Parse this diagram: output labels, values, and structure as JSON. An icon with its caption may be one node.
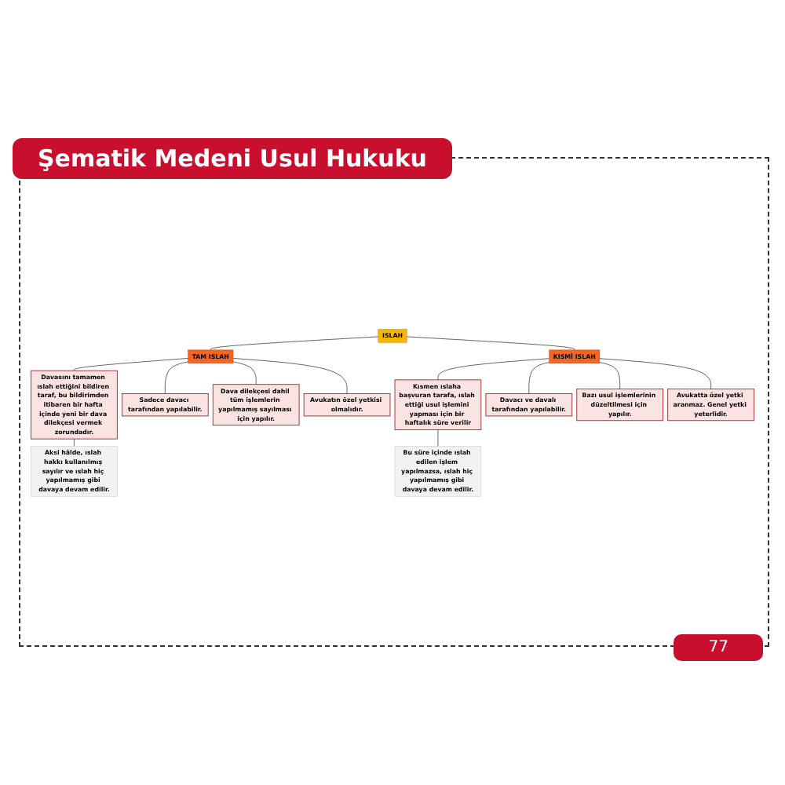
{
  "diagram": {
    "title": "Şematik Medeni Usul Hukuku",
    "nodes": [
      {
        "text": [
          "ISLAH"
        ]
      },
      {
        "text": [
          "TAM ISLAH"
        ]
      },
      {
        "text": [
          "Davasını tamamen ıslah ettiğini bildiren taraf, bu bildirimden itibaren bir hafta içinde yeni bir dava dilekçesi vermek zorundadır."
        ]
      },
      {
        "text": [
          "Aksi hâlde, ıslah hakkı kullanılmış sayılır ve ıslah hiç yapılmamış gibi davaya devam edilir."
        ]
      },
      {
        "text": [
          "Sadece davacı tarafından yapılabilir."
        ]
      },
      {
        "text": [
          "Dava dilekçesi dahil tüm işlemlerin yapılmamış sayılması için yapılır."
        ]
      },
      {
        "text": [
          "Avukatın özel yetkisi olmalıdır."
        ]
      },
      {
        "text": [
          "KISMİ ISLAH"
        ]
      },
      {
        "text": [
          "Kısmen ıslaha başvuran tarafa, ıslah ettiği usul işlemini yapması için bir haftalık süre verilir"
        ]
      },
      {
        "text": [
          "Bu süre içinde ıslah edilen işlem yapılmazsa, ıslah hiç yapılmamış gibi davaya devam edilir."
        ]
      },
      {
        "text": [
          "Davacı ve davalı tarafından yapılabilir."
        ]
      },
      {
        "text": [
          "Bazı usul işlemlerinin düzeltilmesi için yapılır."
        ]
      },
      {
        "text": [
          "Avukatta özel yetki aranmaz. Genel yetki yeterlidir."
        ]
      }
    ],
    "edges": [
      {
        "from": 0,
        "to": 1,
        "arrow": "none"
      },
      {
        "from": 0,
        "to": 7,
        "arrow": "none"
      },
      {
        "from": 1,
        "to": 2,
        "arrow": "none"
      },
      {
        "from": 2,
        "to": 3,
        "arrow": "none"
      },
      {
        "from": 1,
        "to": 4,
        "arrow": "none"
      },
      {
        "from": 1,
        "to": 5,
        "arrow": "none"
      },
      {
        "from": 1,
        "to": 6,
        "arrow": "none"
      },
      {
        "from": 7,
        "to": 8,
        "arrow": "none"
      },
      {
        "from": 8,
        "to": 9,
        "arrow": "none"
      },
      {
        "from": 7,
        "to": 10,
        "arrow": "none"
      },
      {
        "from": 7,
        "to": 11,
        "arrow": "none"
      },
      {
        "from": 7,
        "to": 12,
        "arrow": "none"
      }
    ],
    "labels": [
      "77"
    ]
  }
}
